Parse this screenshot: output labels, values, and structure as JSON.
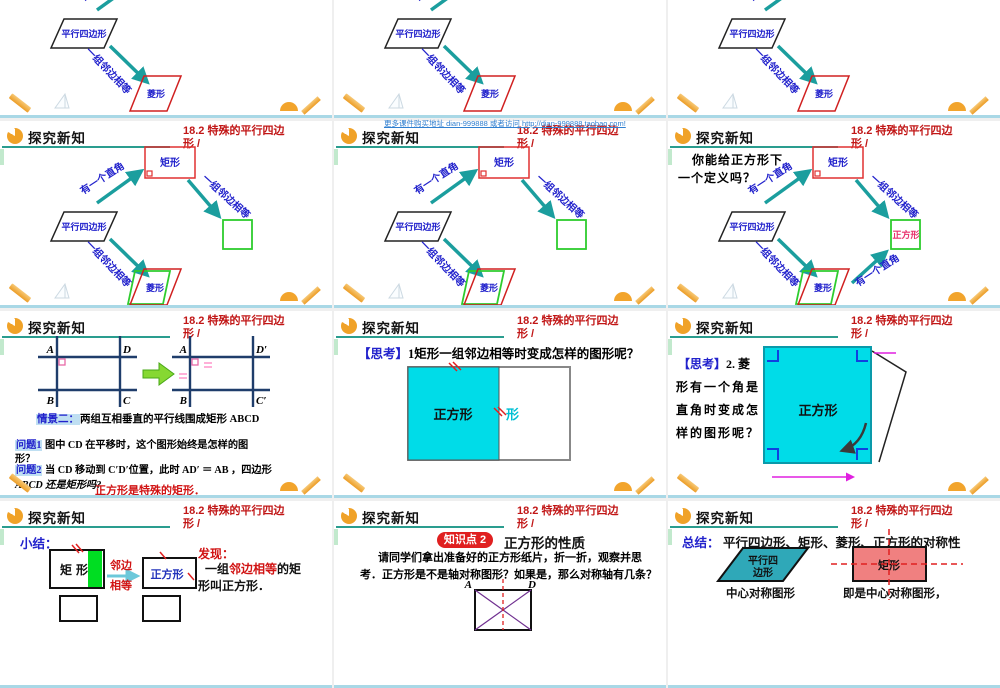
{
  "watermark": "更多课件购买地址 dian-999888 或者访问 http://dian-999888.taobao.com!",
  "header": {
    "title": "探究新知",
    "course_line1": "18.2  特殊的平行四边",
    "course_line2": "形 /"
  },
  "diagram": {
    "parallelogram": "平行四边形",
    "rectangle": "矩形",
    "rhombus": "菱形",
    "square": "正方形",
    "arrow_right_angle": "有一个直角",
    "arrow_adjacent": "一组邻边相等"
  },
  "define_square": {
    "line1": "你能给正方形下",
    "line2": "一个定义吗？"
  },
  "scene": {
    "tag": "情景二：",
    "text": "两组互相垂直的平行线围成矩形 ABCD",
    "q1_tag": "问题1",
    "q1_line1": "图中 CD 在平移时，这个图形始终是怎样的图",
    "q1_line2": "形？",
    "q2_tag": "问题2",
    "q2_line1": "当 CD 移动到 C′D′位置，此时 AD′ ＝ AB ，四边形",
    "q2_line2": "ABCD 还是矩形吗?",
    "conclusion": "正方形是特殊的矩形．",
    "pts": {
      "a": "A",
      "d": "D",
      "b": "B",
      "c": "C",
      "a2": "A",
      "d2": "D′",
      "b2": "B",
      "c2": "C′"
    }
  },
  "think1": {
    "tag": "【思考】",
    "text": "1矩形一组邻边相等时变成怎样的图形呢？",
    "square": "正方形",
    "partial": "形"
  },
  "think2": {
    "tag": "【思考】",
    "line1": "2. 菱",
    "line2": "形有一个角是",
    "line3": "直角时变成怎",
    "line4": "样的图形呢？",
    "square": "正方形"
  },
  "summary": {
    "tag": "小结：",
    "rect_char1": "矩",
    "rect_char2": "形",
    "arrow_top": "邻边",
    "arrow_bottom": "相等",
    "square": "正方形",
    "found_tag": "发现：",
    "found_pre": "一组",
    "found_red": "邻边相等",
    "found_mid": "的矩",
    "found_line2": "形叫正方形．"
  },
  "property": {
    "badge": "知识点",
    "badge_num": "2",
    "title": "正方形的性质",
    "line1": "请同学们拿出准备好的正方形纸片，折一折，观察并思",
    "line2": "考．正方形是不是轴对称图形？如果是，那么对称轴有几条？",
    "pt_a": "A",
    "pt_d": "D"
  },
  "symmetry": {
    "tag": "总结：",
    "title": "平行四边形、矩形、菱形、正方形的对称性",
    "pgram_line1": "平行四",
    "pgram_line2": "边形",
    "rect_label": "矩形",
    "caption1": "中心对称图形",
    "caption2": "即是中心对称图形，"
  },
  "colors": {
    "teal_arrow": "#1b9e9e",
    "title_red": "#c11616",
    "label_blue": "#2222cc",
    "cyan_fill": "#00dce8",
    "green": "#2ecc2e",
    "magenta": "#e020e0",
    "coral_fill": "#f08080",
    "teal_fill": "#2fa8b8",
    "slide_line": "#a9d8e6",
    "accent_orange": "#f0a228"
  }
}
